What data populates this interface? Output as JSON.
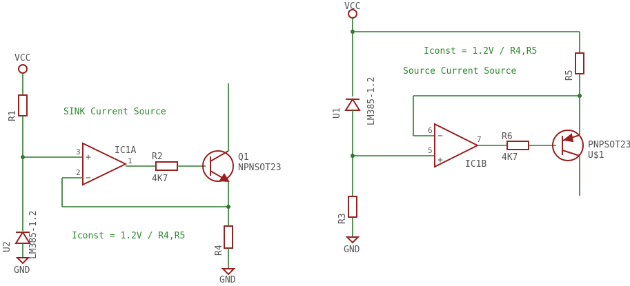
{
  "left": {
    "vcc": "VCC",
    "gnd_u2": "GND",
    "gnd_r4": "GND",
    "r1": "R1",
    "u2": "U2",
    "u2_value": "LM385-1.2",
    "opamp": "IC1A",
    "pin_plus": "3",
    "pin_minus": "2",
    "pin_out": "1",
    "r2": "R2",
    "r2_value": "4K7",
    "q1": "Q1",
    "q1_value": "NPNSOT23",
    "r4": "R4",
    "title_note": "SINK Current Source",
    "formula_note": "Iconst = 1.2V / R4,R5"
  },
  "right": {
    "vcc": "VCC",
    "gnd": "GND",
    "u1": "U1",
    "u1_value": "LM385-1.2",
    "r3": "R3",
    "r5": "R5",
    "opamp": "IC1B",
    "pin_minus": "6",
    "pin_plus": "5",
    "pin_out": "7",
    "r6": "R6",
    "r6_value": "4K7",
    "transistor": "PNPSOT23",
    "transistor_ref": "U$1",
    "formula_note": "Iconst = 1.2V / R4,R5",
    "title_note": "Source Current Source"
  }
}
